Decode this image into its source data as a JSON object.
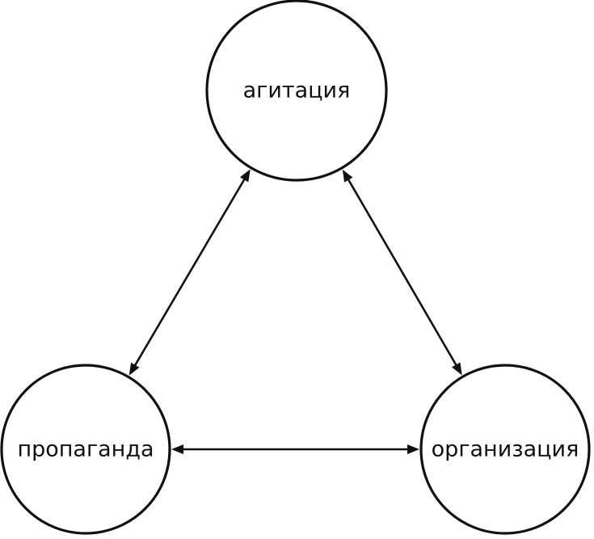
{
  "diagram": {
    "nodes": [
      {
        "id": "agitatsiya",
        "label": "агитация"
      },
      {
        "id": "propaganda",
        "label": "пропаганда"
      },
      {
        "id": "organizatsiya",
        "label": "организация"
      }
    ],
    "edges": [
      {
        "from": "agitatsiya",
        "to": "propaganda",
        "direction": "both"
      },
      {
        "from": "agitatsiya",
        "to": "organizatsiya",
        "direction": "both"
      },
      {
        "from": "propaganda",
        "to": "organizatsiya",
        "direction": "both"
      }
    ],
    "colors": {
      "stroke": "#111111",
      "background": "#ffffff"
    }
  }
}
